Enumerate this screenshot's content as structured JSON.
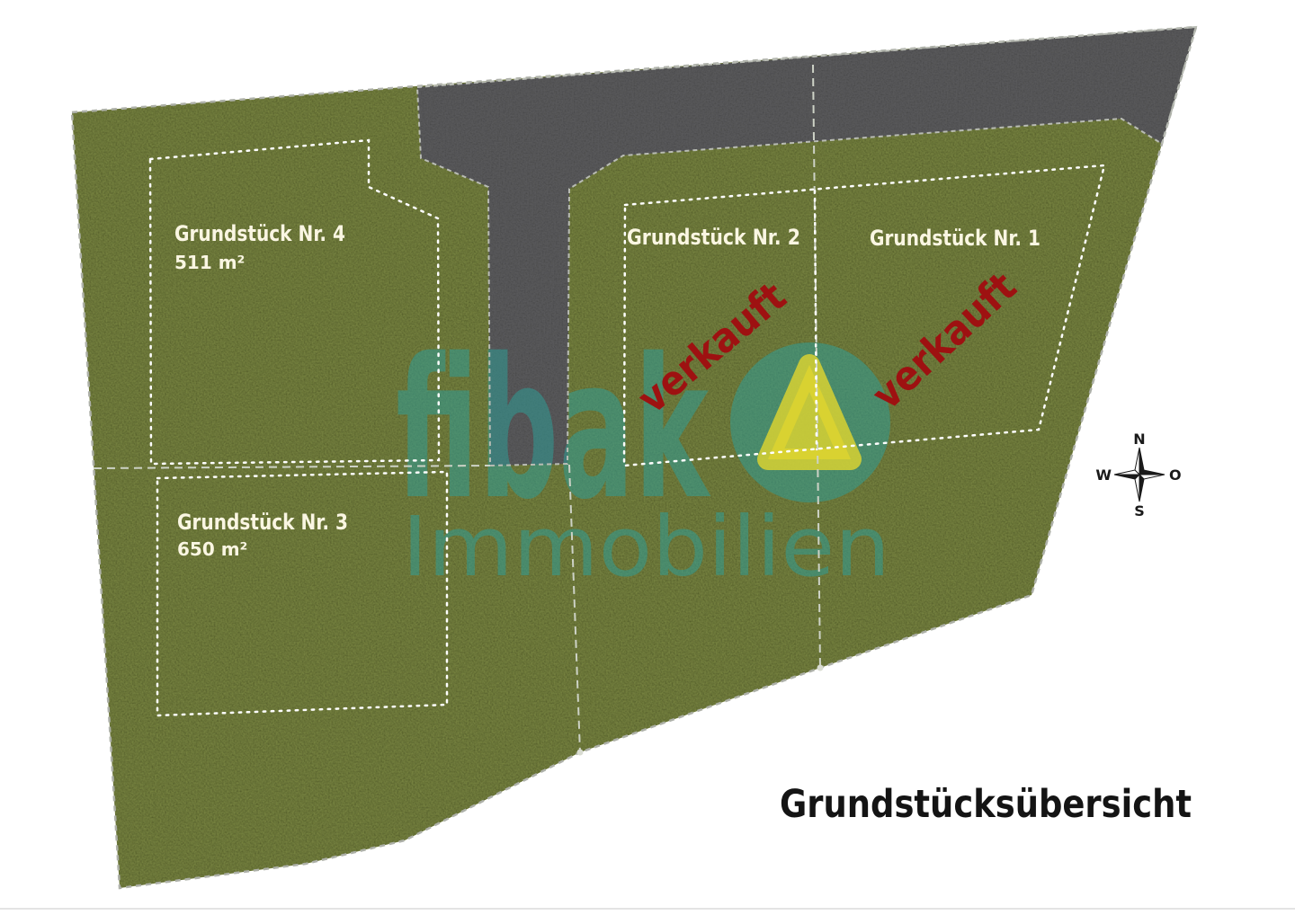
{
  "page": {
    "title": "Grundstücksübersicht"
  },
  "site": {
    "plots": [
      {
        "label": "Grundstück Nr. 1",
        "status": "verkauft"
      },
      {
        "label": "Grundstück Nr. 2",
        "status": "verkauft"
      },
      {
        "label": "Grundstück Nr. 3",
        "area": "650 m²"
      },
      {
        "label": "Grundstück Nr. 4",
        "area": "511 m²"
      }
    ]
  },
  "watermark": {
    "brand": "fibak",
    "word": "Immobilien"
  },
  "compass": {
    "n": "N",
    "e": "O",
    "s": "S",
    "w": "W"
  },
  "colors": {
    "grass": "#75813f",
    "road": "#58585a",
    "sold_red": "#9e1111",
    "label_text": "#faf6e2",
    "title_text": "#141414",
    "boundary_white": "#ffffff",
    "divider_gray": "#cdd2c6",
    "edge_gray": "#adb0a8",
    "road_edge_gray": "#b9bcb4",
    "watermark_teal": "rgba(47,156,149,0.55)",
    "watermark_yellow": "rgba(222,212,48,0.82)"
  }
}
